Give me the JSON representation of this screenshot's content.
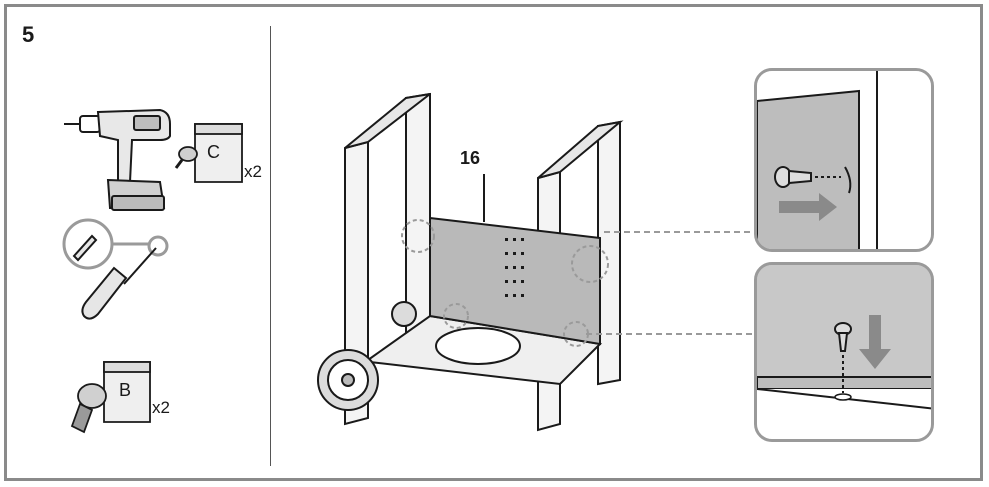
{
  "step": {
    "number": "5"
  },
  "parts": {
    "panel_label": "16",
    "bag_c": {
      "letter": "C",
      "quantity": "x2"
    },
    "bag_b": {
      "letter": "B",
      "quantity": "x2"
    }
  },
  "icons": [
    "drill-icon",
    "screwdriver-icon",
    "screw-bag-c-icon",
    "bolt-bag-b-icon",
    "arrow-right-icon",
    "arrow-down-icon"
  ],
  "colors": {
    "frame": "#8a8a8a",
    "panel": "#b9b9b9",
    "callout_bg": "#c8c8c8",
    "line": "#1a1a1a"
  }
}
